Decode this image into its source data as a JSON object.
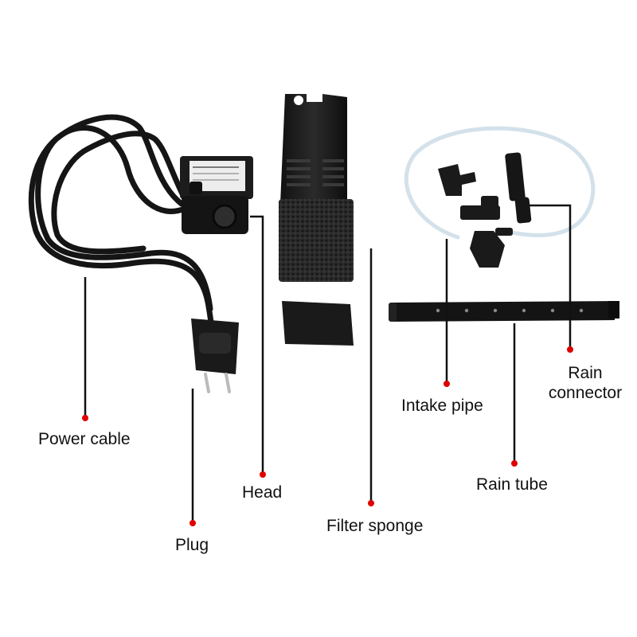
{
  "labels": {
    "power_cable": "Power cable",
    "plug": "Plug",
    "head": "Head",
    "filter_sponge": "Filter sponge",
    "intake_pipe": "Intake pipe",
    "rain_tube": "Rain tube",
    "rain_connector_line1": "Rain",
    "rain_connector_line2": "connector"
  },
  "colors": {
    "leader_line": "#111111",
    "marker_dot": "#e00000",
    "component_body": "#1a1a1a",
    "sponge": "#2a2a2a",
    "tubing": "#d8e6ee"
  },
  "icons": [
    "power-cable",
    "plug",
    "pump-head",
    "filter-housing",
    "filter-sponge",
    "intake-pipe",
    "rain-tube",
    "rain-connector"
  ]
}
